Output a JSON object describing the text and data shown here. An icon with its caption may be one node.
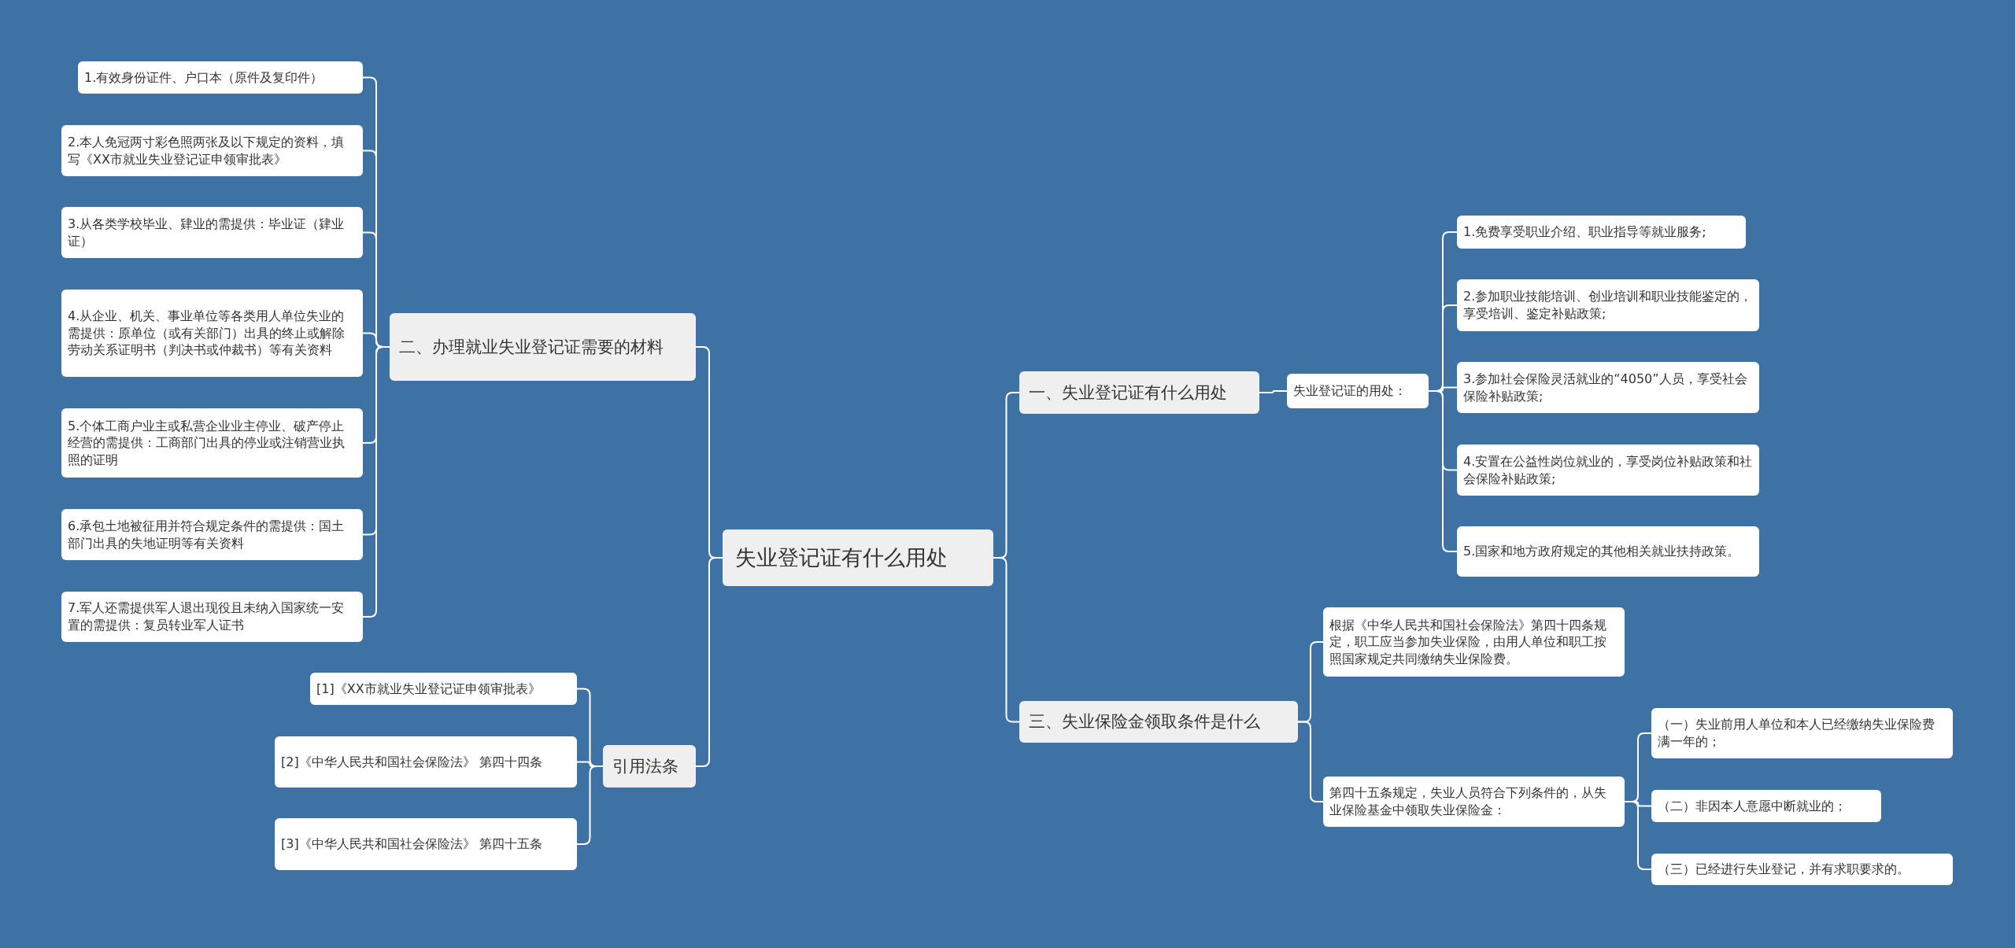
{
  "diagram": {
    "nodes": [
      {
        "text": [
          "失业登记证有什么用处"
        ]
      },
      {
        "text": [
          "一、失业登记证有什么用处"
        ]
      },
      {
        "text": [
          "失业登记证的用处："
        ]
      },
      {
        "text": [
          "1.免费享受职业介绍、职业指导等就业服务;"
        ]
      },
      {
        "text": [
          "2.参加职业技能培训、创业培训和职业技能鉴定的，享受培训、鉴定补贴政策;"
        ]
      },
      {
        "text": [
          "3.参加社会保险灵活就业的“4050”人员，享受社会保险补贴政策;"
        ]
      },
      {
        "text": [
          "4.安置在公益性岗位就业的，享受岗位补贴政策和社会保险补贴政策;"
        ]
      },
      {
        "text": [
          "5.国家和地方政府规定的其他相关就业扶持政策。"
        ]
      },
      {
        "text": [
          "三、失业保险金领取条件是什么"
        ]
      },
      {
        "text": [
          "根据《中华人民共和国社会保险法》第四十四条规定，职工应当参加失业保险，由用人单位和职工按照国家规定共同缴纳失业保险费。"
        ]
      },
      {
        "text": [
          "第四十五条规定，失业人员符合下列条件的，从失业保险基金中领取失业保险金："
        ]
      },
      {
        "text": [
          "（一）失业前用人单位和本人已经缴纳失业保险费满一年的；"
        ]
      },
      {
        "text": [
          "（二）非因本人意愿中断就业的；"
        ]
      },
      {
        "text": [
          "（三）已经进行失业登记，并有求职要求的。"
        ]
      },
      {
        "text": [
          "二、办理就业失业登记证需要的材料"
        ]
      },
      {
        "text": [
          "1.有效身份证件、户口本（原件及复印件）"
        ]
      },
      {
        "text": [
          "2.本人免冠两寸彩色照两张及以下规定的资料，填写《XX市就业失业登记证申领审批表》"
        ]
      },
      {
        "text": [
          "3.从各类学校毕业、肄业的需提供：毕业证（肄业证）"
        ]
      },
      {
        "text": [
          "4.从企业、机关、事业单位等各类用人单位失业的需提供：原单位（或有关部门）出具的终止或解除劳动关系证明书（判决书或仲裁书）等有关资料"
        ]
      },
      {
        "text": [
          "5.个体工商户业主或私营企业业主停业、破产停止经营的需提供：工商部门出具的停业或注销营业执照的证明"
        ]
      },
      {
        "text": [
          "6.承包土地被征用并符合规定条件的需提供：国土部门出具的失地证明等有关资料"
        ]
      },
      {
        "text": [
          "7.军人还需提供军人退出现役且未纳入国家统一安置的需提供：复员转业军人证书"
        ]
      },
      {
        "text": [
          "引用法条"
        ]
      },
      {
        "text": [
          "[1]《XX市就业失业登记证申领审批表》"
        ]
      },
      {
        "text": [
          "[2]《中华人民共和国社会保险法》 第四十四条"
        ]
      },
      {
        "text": [
          "[3]《中华人民共和国社会保险法》 第四十五条"
        ]
      }
    ],
    "edges": [
      {
        "from": 0,
        "to": 14,
        "arrow": "none"
      },
      {
        "from": 0,
        "to": 22,
        "arrow": "none"
      },
      {
        "from": 0,
        "to": 1,
        "arrow": "none"
      },
      {
        "from": 0,
        "to": 8,
        "arrow": "none"
      },
      {
        "from": 1,
        "to": 2,
        "arrow": "none"
      },
      {
        "from": 2,
        "to": 3,
        "arrow": "none"
      },
      {
        "from": 2,
        "to": 4,
        "arrow": "none"
      },
      {
        "from": 2,
        "to": 5,
        "arrow": "none"
      },
      {
        "from": 2,
        "to": 6,
        "arrow": "none"
      },
      {
        "from": 2,
        "to": 7,
        "arrow": "none"
      },
      {
        "from": 8,
        "to": 9,
        "arrow": "none"
      },
      {
        "from": 8,
        "to": 10,
        "arrow": "none"
      },
      {
        "from": 10,
        "to": 11,
        "arrow": "none"
      },
      {
        "from": 10,
        "to": 12,
        "arrow": "none"
      },
      {
        "from": 10,
        "to": 13,
        "arrow": "none"
      },
      {
        "from": 14,
        "to": 15,
        "arrow": "none"
      },
      {
        "from": 14,
        "to": 16,
        "arrow": "none"
      },
      {
        "from": 14,
        "to": 17,
        "arrow": "none"
      },
      {
        "from": 14,
        "to": 18,
        "arrow": "none"
      },
      {
        "from": 14,
        "to": 19,
        "arrow": "none"
      },
      {
        "from": 14,
        "to": 20,
        "arrow": "none"
      },
      {
        "from": 14,
        "to": 21,
        "arrow": "none"
      },
      {
        "from": 22,
        "to": 23,
        "arrow": "none"
      },
      {
        "from": 22,
        "to": 24,
        "arrow": "none"
      },
      {
        "from": 22,
        "to": 25,
        "arrow": "none"
      }
    ]
  }
}
